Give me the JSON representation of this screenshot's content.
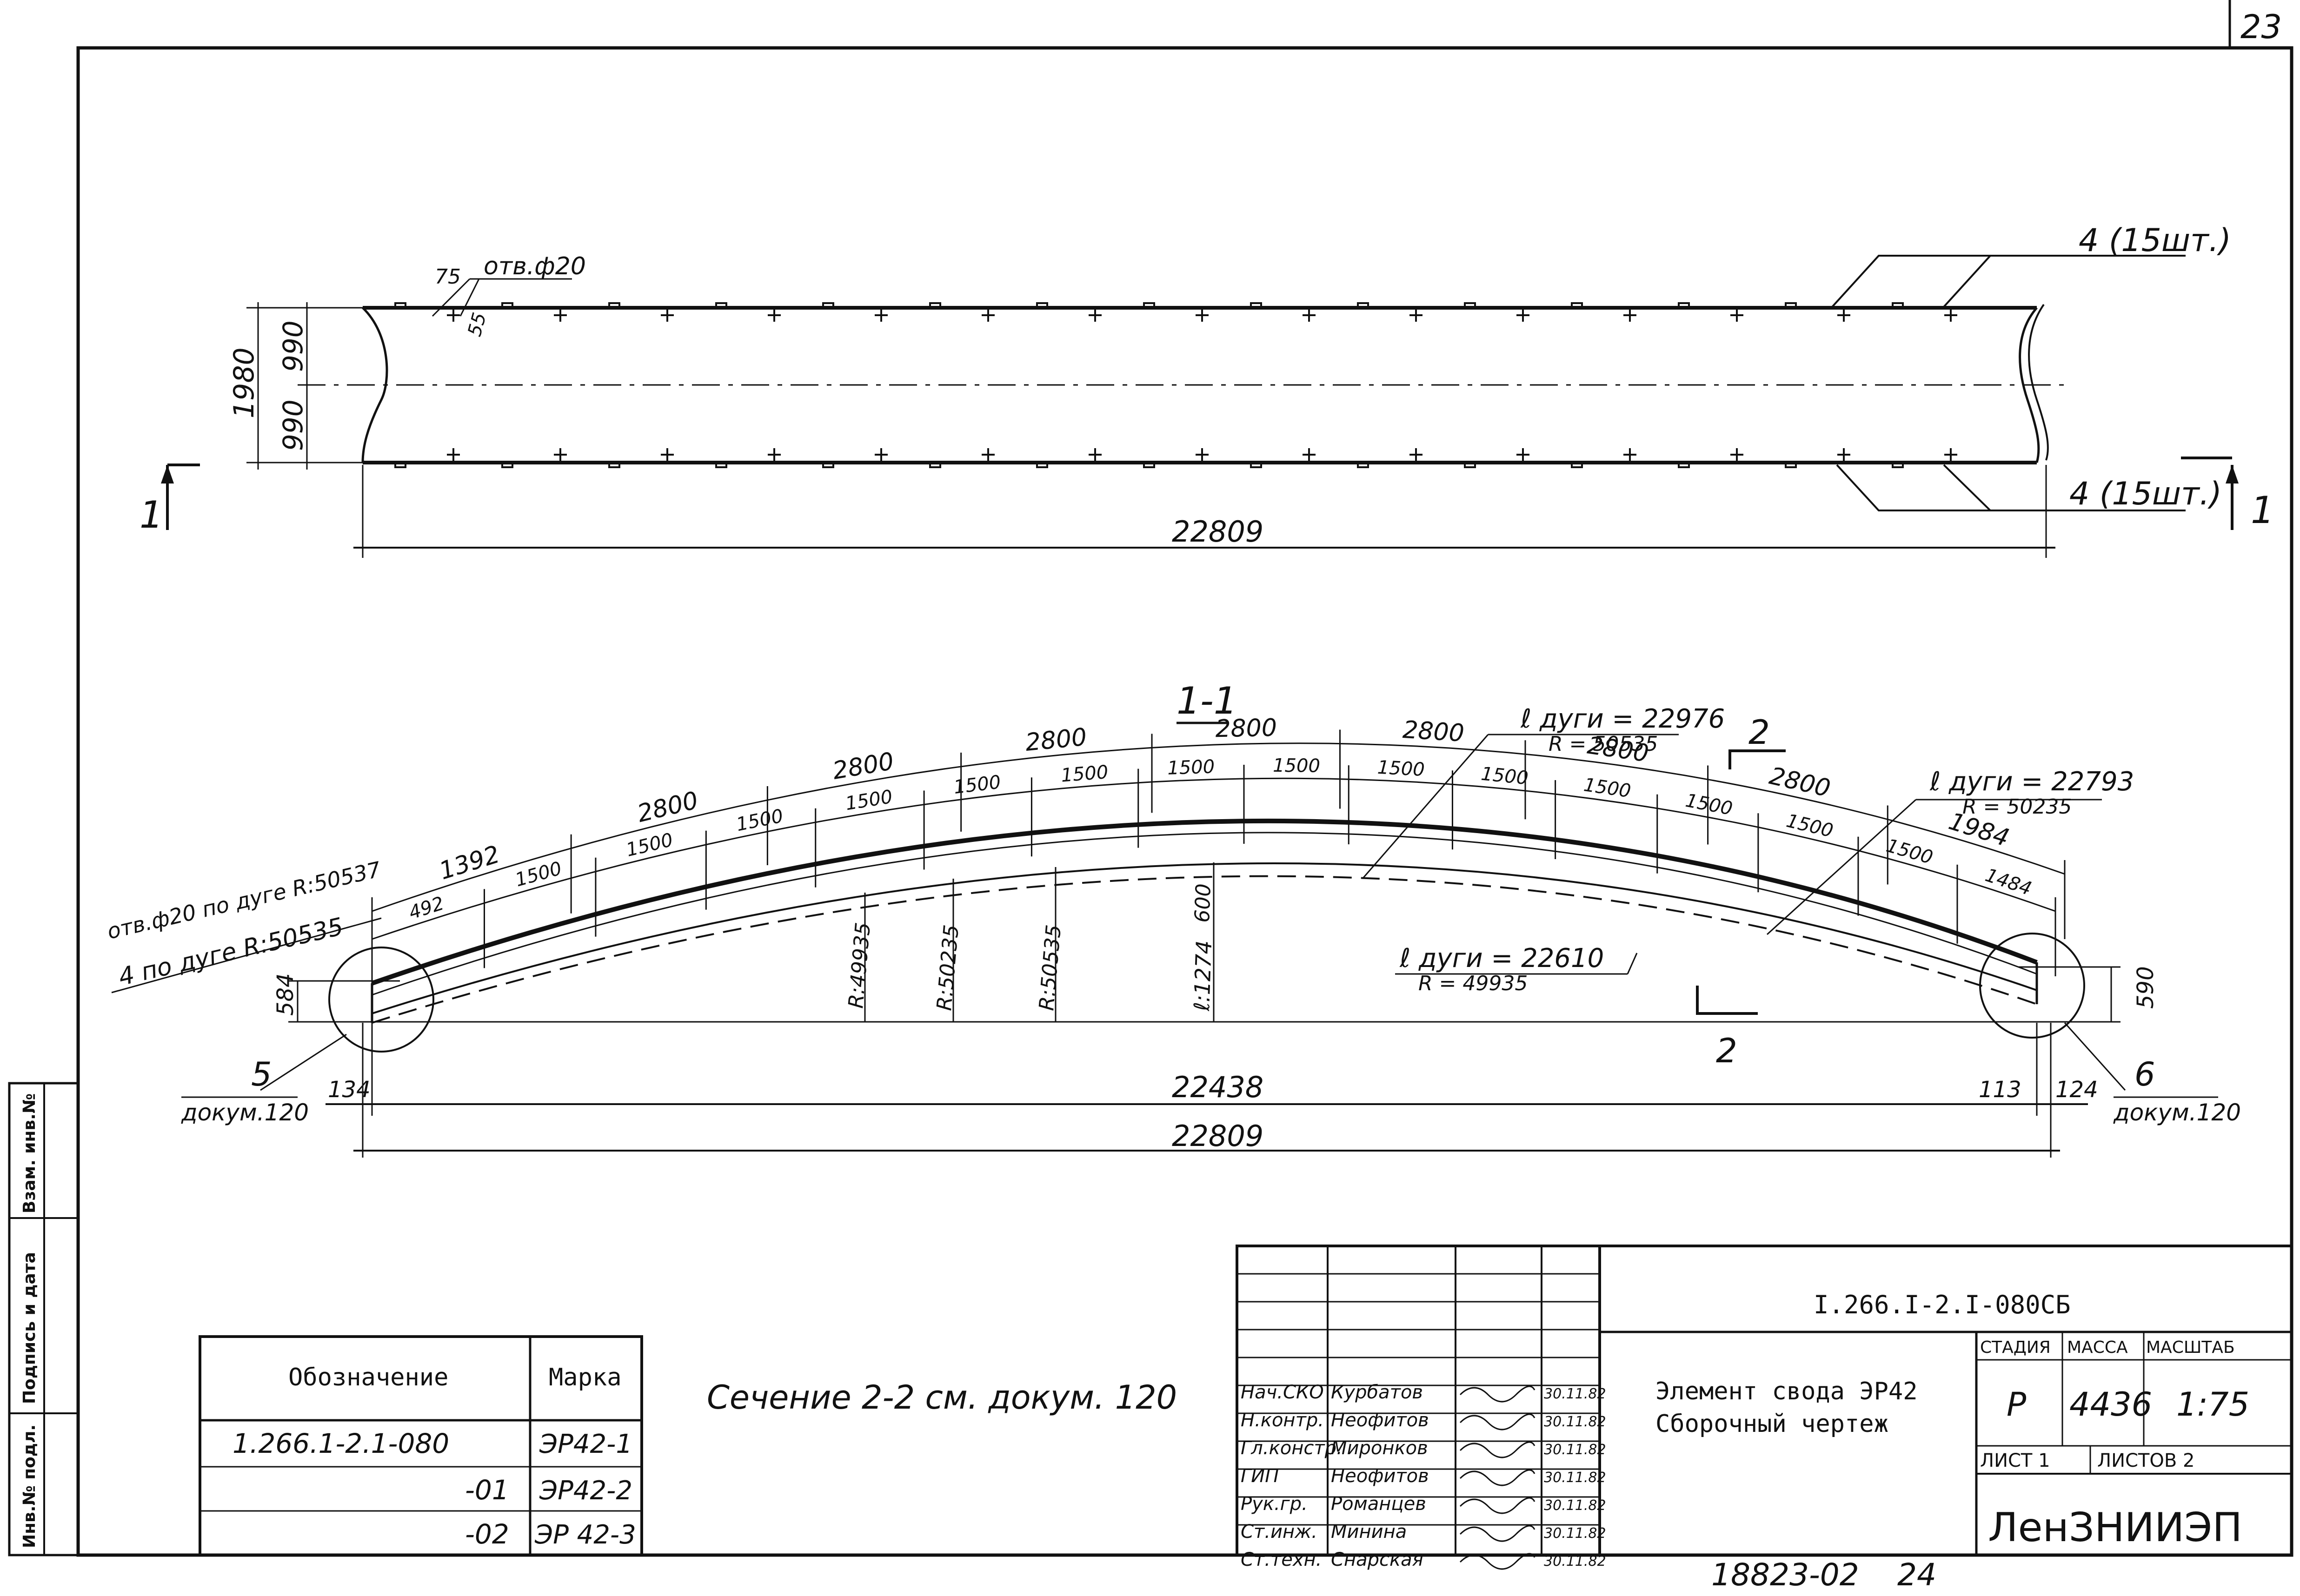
{
  "sheet": {
    "number": "23",
    "bottom_code": "18823-02",
    "bottom_sheet": "24"
  },
  "plan": {
    "callout_top": "4 (15шт.)",
    "callout_bottom": "4 (15шт.)",
    "hole_label": "отв.ф20",
    "dim_75": "75",
    "dim_55": "55",
    "dim_1980": "1980",
    "dim_990_top": "990",
    "dim_990_bottom": "990",
    "length": "22809",
    "cut_mark": "1"
  },
  "section": {
    "title": "1-1",
    "arc_len_top": "ℓ дуги = 22976",
    "arc_r_top": "R = 50535",
    "arc_len_right": "ℓ дуги = 22793",
    "arc_r_right": "R = 50235",
    "arc_len_inner": "ℓ дуги = 22610",
    "arc_r_inner": "R = 49935",
    "hole_note": "отв.ф20 по дуге R:50537",
    "four_note": "4  по дуге R:50535",
    "dims_2800": [
      "1392",
      "2800",
      "2800",
      "2800",
      "2800",
      "2800",
      "2800",
      "2800",
      "1984"
    ],
    "dims_1500": [
      "492",
      "1500",
      "1500",
      "1500",
      "1500",
      "1500",
      "1500",
      "1500",
      "1500",
      "1500",
      "1500",
      "1500",
      "1500",
      "1500",
      "1500",
      "1484"
    ],
    "r_49935": "R:49935",
    "r_50235": "R:50235",
    "r_50535": "R:50535",
    "height_1274": "ℓ:1274",
    "height_600": "600",
    "dim_584": "584",
    "dim_590": "590",
    "cut2_label_top": "2",
    "cut2_label_bottom": "2",
    "node5": "5",
    "node5_doc": "докум.120",
    "node6": "6",
    "node6_doc": "докум.120",
    "dim_134": "134",
    "dim_113": "113",
    "dim_124": "124",
    "span_inner": "22438",
    "span_outer": "22809"
  },
  "section_note": "Сечение 2-2 см. докум. 120",
  "spec_table": {
    "headers": [
      "Обозначение",
      "Марка"
    ],
    "rows": [
      [
        "1.266.1-2.1-080",
        "ЭР42-1"
      ],
      [
        "-01",
        "ЭР42-2"
      ],
      [
        "-02",
        "ЭР 42-3"
      ]
    ]
  },
  "side_stamp": [
    "Инв.№ подл.",
    "Подпись и дата",
    "Взам. инв.№"
  ],
  "title_block": {
    "doc_code": "I.266.I-2.I-080СБ",
    "title_line1": "Элемент свода  ЭР42",
    "title_line2": "Сборочный чертеж",
    "col_stage": "СТАДИЯ",
    "col_mass": "МАССА",
    "col_scale": "МАСШТАБ",
    "stage": "Р",
    "mass": "4436",
    "scale": "1:75",
    "sheet_label": "ЛИСТ 1",
    "sheets_label": "ЛИСТОВ 2",
    "org": "ЛенЗНИИЭП",
    "staff": [
      {
        "role": "Нач.СКО",
        "name": "Курбатов",
        "date": "30.11.82"
      },
      {
        "role": "Н.контр.",
        "name": "Неофитов",
        "date": "30.11.82"
      },
      {
        "role": "Гл.констр.",
        "name": "Миронков",
        "date": "30.11.82"
      },
      {
        "role": "ГИП",
        "name": "Неофитов",
        "date": "30.11.82"
      },
      {
        "role": "Рук.гр.",
        "name": "Романцев",
        "date": "30.11.82"
      },
      {
        "role": "Ст.инж.",
        "name": "Минина",
        "date": "30.11.82"
      },
      {
        "role": "Ст.техн.",
        "name": "Снарская",
        "date": "30.11.82"
      }
    ]
  }
}
